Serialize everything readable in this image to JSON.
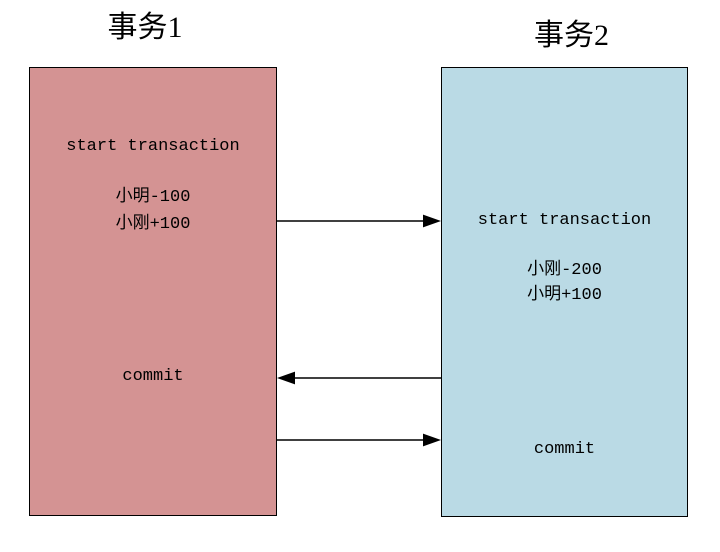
{
  "diagram": {
    "background_color": "#ffffff",
    "border_color": "#000000",
    "transaction1": {
      "title": "事务1",
      "fill": "#d49393",
      "start": "start transaction",
      "op1": "小明-100",
      "op2": "小刚+100",
      "commit": "commit"
    },
    "transaction2": {
      "title": "事务2",
      "fill": "#badae5",
      "start": "start transaction",
      "op1": "小刚-200",
      "op2": "小明+100",
      "commit": "commit"
    },
    "arrows": [
      {
        "from": "transaction1",
        "to": "transaction2",
        "direction": "right"
      },
      {
        "from": "transaction2",
        "to": "transaction1",
        "direction": "left"
      },
      {
        "from": "transaction1",
        "to": "transaction2",
        "direction": "right"
      }
    ]
  }
}
